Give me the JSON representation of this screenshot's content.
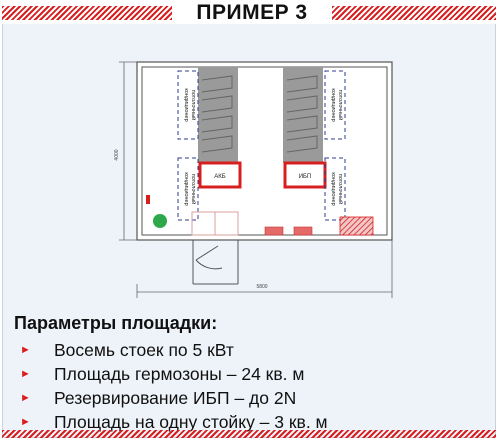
{
  "title": "ПРИМЕР 3",
  "plan": {
    "dim_width": "5800",
    "dim_height": "4000",
    "label_akb": "АКБ",
    "label_ibp": "ИБП",
    "ac_label_line1": "кондиционер",
    "ac_label_line2": "потолочный",
    "colors": {
      "accent": "#d71f1f",
      "rack": "#9a9a9a",
      "ac": "#2d3b8c",
      "door_green": "#2ea84a"
    }
  },
  "params": {
    "heading": "Параметры площадки:",
    "items": [
      "Восемь стоек по 5 кВт",
      "Площадь гермозоны – 24 кв. м",
      "Резервирование ИБП – до 2N",
      "Площадь на одну стойку – 3 кв. м"
    ]
  }
}
